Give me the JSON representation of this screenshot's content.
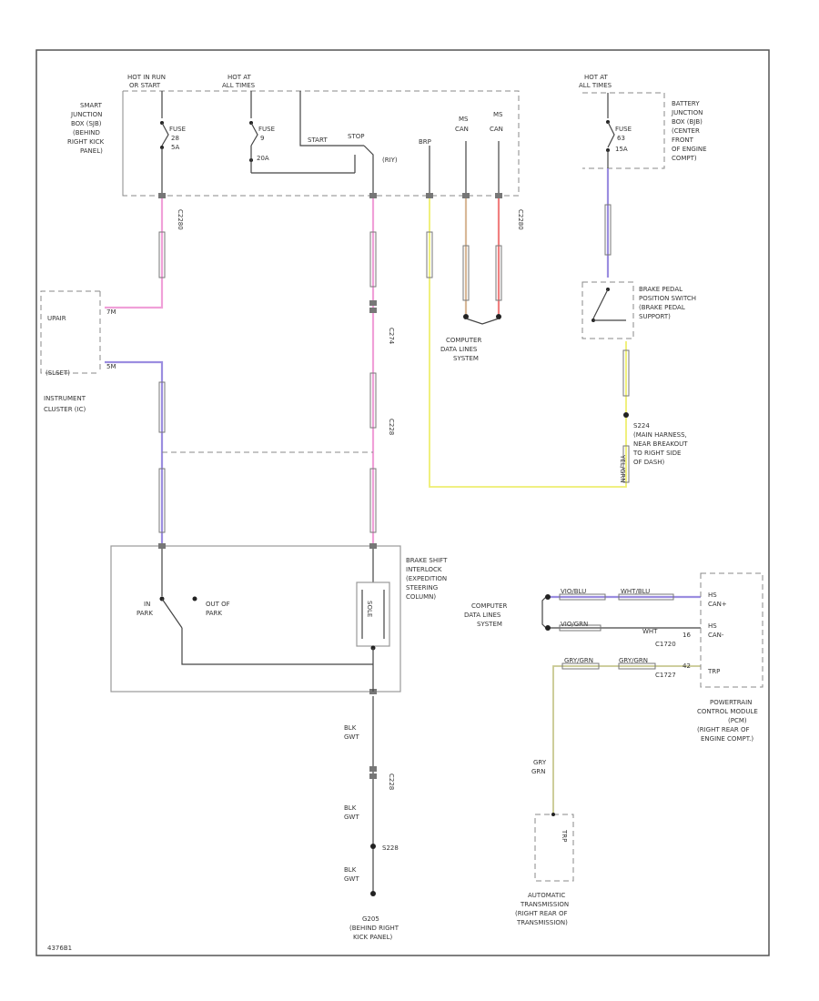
{
  "colors": {
    "pink": "#f0a0d8",
    "blue": "#9b8de0",
    "yellow": "#eeee70",
    "tan": "#d8b898",
    "red": "#f08080",
    "olive": "#c8c890",
    "line": "#444444"
  },
  "smart_jb": {
    "power1": [
      "HOT IN RUN",
      "OR START"
    ],
    "power2": [
      "HOT AT",
      "ALL TIMES"
    ],
    "location": [
      "SMART",
      "JUNCTION",
      "BOX (SJB)",
      "(BEHIND",
      "RIGHT KICK",
      "PANEL)"
    ],
    "fuse1": [
      "FUSE",
      "28",
      "5A"
    ],
    "fuse2": [
      "FUSE",
      "9"
    ],
    "fuse2_extra": "20A",
    "relay_labels": [
      "START",
      "STOP",
      "BRP",
      "(RIY)"
    ],
    "can_pins": [
      "MS",
      "CAN",
      "MS",
      "CAN"
    ],
    "connectors": [
      "C2280",
      "C2280"
    ]
  },
  "battery_jb": {
    "power": [
      "HOT AT",
      "ALL TIMES"
    ],
    "location": [
      "BATTERY",
      "JUNCTION",
      "BOX (BJB)",
      "(CENTER",
      "FRONT",
      "OF ENGINE",
      "COMPT)"
    ],
    "fuse": [
      "FUSE",
      "63",
      "15A"
    ]
  },
  "cluster": {
    "label": [
      "INSTRUMENT",
      "CLUSTER (IC)"
    ],
    "inner": "UPAIR",
    "pins": [
      "7M",
      "5M"
    ],
    "sub": "(SLSET)"
  },
  "brake_switch": {
    "label": [
      "BRAKE PEDAL",
      "POSITION SWITCH",
      "(BRAKE PEDAL",
      "SUPPORT)"
    ]
  },
  "splice": {
    "label": [
      "S224",
      "(MAIN HARNESS,",
      "NEAR BREAKOUT",
      "TO RIGHT SIDE",
      "OF DASH)"
    ],
    "wire_label": "YEL/GRN"
  },
  "computer_data_top": [
    "COMPUTER",
    "DATA LINES",
    "SYSTEM"
  ],
  "inline_connectors": [
    "C274",
    "C228"
  ],
  "shift_interlock": {
    "label": [
      "BRAKE SHIFT",
      "INTERLOCK",
      "(EXPEDITION",
      "STEERING",
      "COLUMN)"
    ],
    "switch_in": [
      "IN",
      "PARK"
    ],
    "switch_out": [
      "OUT OF",
      "PARK"
    ],
    "solenoid": "SOLE"
  },
  "computer_data_right": [
    "COMPUTER",
    "DATA LINES",
    "SYSTEM"
  ],
  "can_wires": [
    "VIO/BLU",
    "WHT/BLU",
    "VIO/GRN",
    "WHT"
  ],
  "pcm": {
    "label": [
      "POWERTRAIN",
      "CONTROL MODULE",
      "(PCM)",
      "(RIGHT REAR OF",
      "ENGINE COMPT.)"
    ],
    "pins": [
      "HS",
      "CAN+",
      "HS",
      "CAN-",
      "TRP"
    ],
    "connectors": [
      "C1720",
      "C1727"
    ],
    "pin_numbers": [
      "16",
      "42"
    ]
  },
  "trans_wire": [
    "GRY",
    "GRN"
  ],
  "trans_wire_tags": [
    "GRY/GRN",
    "GRY/GRN"
  ],
  "transmission": {
    "label": [
      "AUTOMATIC",
      "TRANSMISSION",
      "(RIGHT REAR OF",
      "TRANSMISSION)"
    ],
    "inner": "TRP"
  },
  "ground_path": {
    "wire1": [
      "BLK",
      "GWT"
    ],
    "connector": "C228",
    "wire2": [
      "BLK",
      "GWT"
    ],
    "splice": "S228",
    "wire3": [
      "BLK",
      "GWT"
    ]
  },
  "ground": {
    "label": [
      "G205",
      "(BEHIND RIGHT",
      "KICK PANEL)"
    ]
  },
  "footer_id": "4376B1"
}
